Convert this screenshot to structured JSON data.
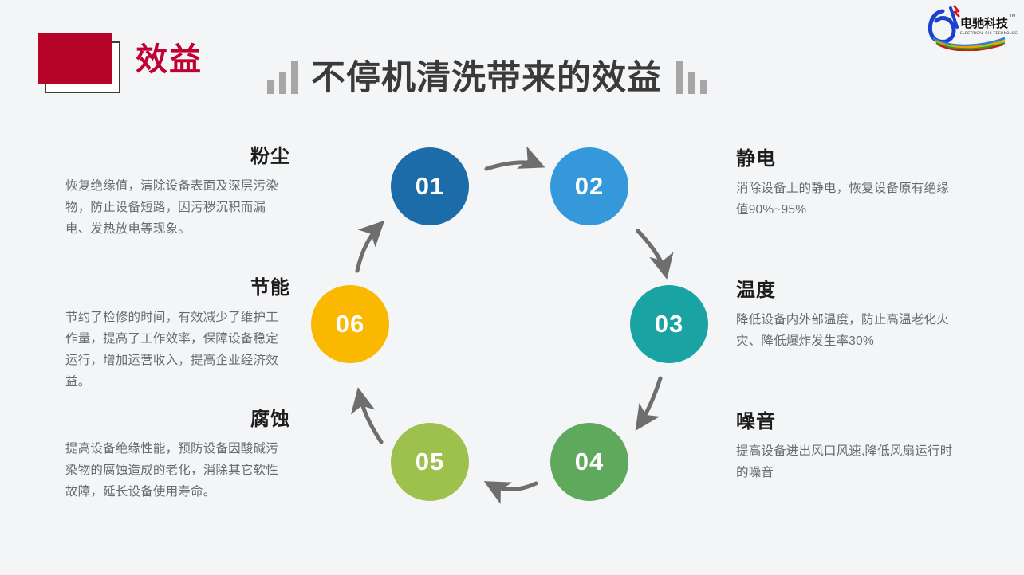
{
  "header": {
    "section_label": "效益",
    "title": "不停机清洗带来的效益",
    "badge_color": "#b50428",
    "label_color": "#c00030",
    "title_color": "#3a3a3a",
    "decor_bar_color": "#a6a6a6"
  },
  "logo": {
    "name": "dianchi-keji-logo",
    "brand_cn": "电驰科技",
    "brand_en": "ELECTRICAL CHI TECHNOLOGY",
    "trademark": "TM",
    "mark_color": "#1a3fd1"
  },
  "diagram": {
    "type": "cycle",
    "arrow_color": "#6e6e6e",
    "nodes": [
      {
        "number": "01",
        "color": "#1b6ca8",
        "topic": "粉尘"
      },
      {
        "number": "02",
        "color": "#3498db",
        "topic": "静电"
      },
      {
        "number": "03",
        "color": "#1aa3a3",
        "topic": "温度"
      },
      {
        "number": "04",
        "color": "#5ea95c",
        "topic": "噪音"
      },
      {
        "number": "05",
        "color": "#9dc14c",
        "topic": "腐蚀"
      },
      {
        "number": "06",
        "color": "#fbb800",
        "topic": "节能"
      }
    ]
  },
  "items": {
    "dust": {
      "title": "粉尘",
      "body": "恢复绝缘值，清除设备表面及深层污染物，防止设备短路，因污秽沉积而漏电、发热放电等现象。"
    },
    "energy": {
      "title": "节能",
      "body": "节约了检修的时间，有效减少了维护工作量，提高了工作效率，保障设备稳定运行，增加运营收入，提高企业经济效益。"
    },
    "corrosion": {
      "title": "腐蚀",
      "body": "提高设备绝缘性能，预防设备因酸碱污染物的腐蚀造成的老化，消除其它软性故障，延长设备使用寿命。"
    },
    "static": {
      "title": "静电",
      "body": "消除设备上的静电，恢复设备原有绝缘值90%~95%"
    },
    "temperature": {
      "title": "温度",
      "body": "降低设备内外部温度，防止高温老化火灾、降低爆炸发生率30%"
    },
    "noise": {
      "title": "噪音",
      "body": "提高设备进出风口风速,降低风扇运行时的噪音"
    }
  }
}
